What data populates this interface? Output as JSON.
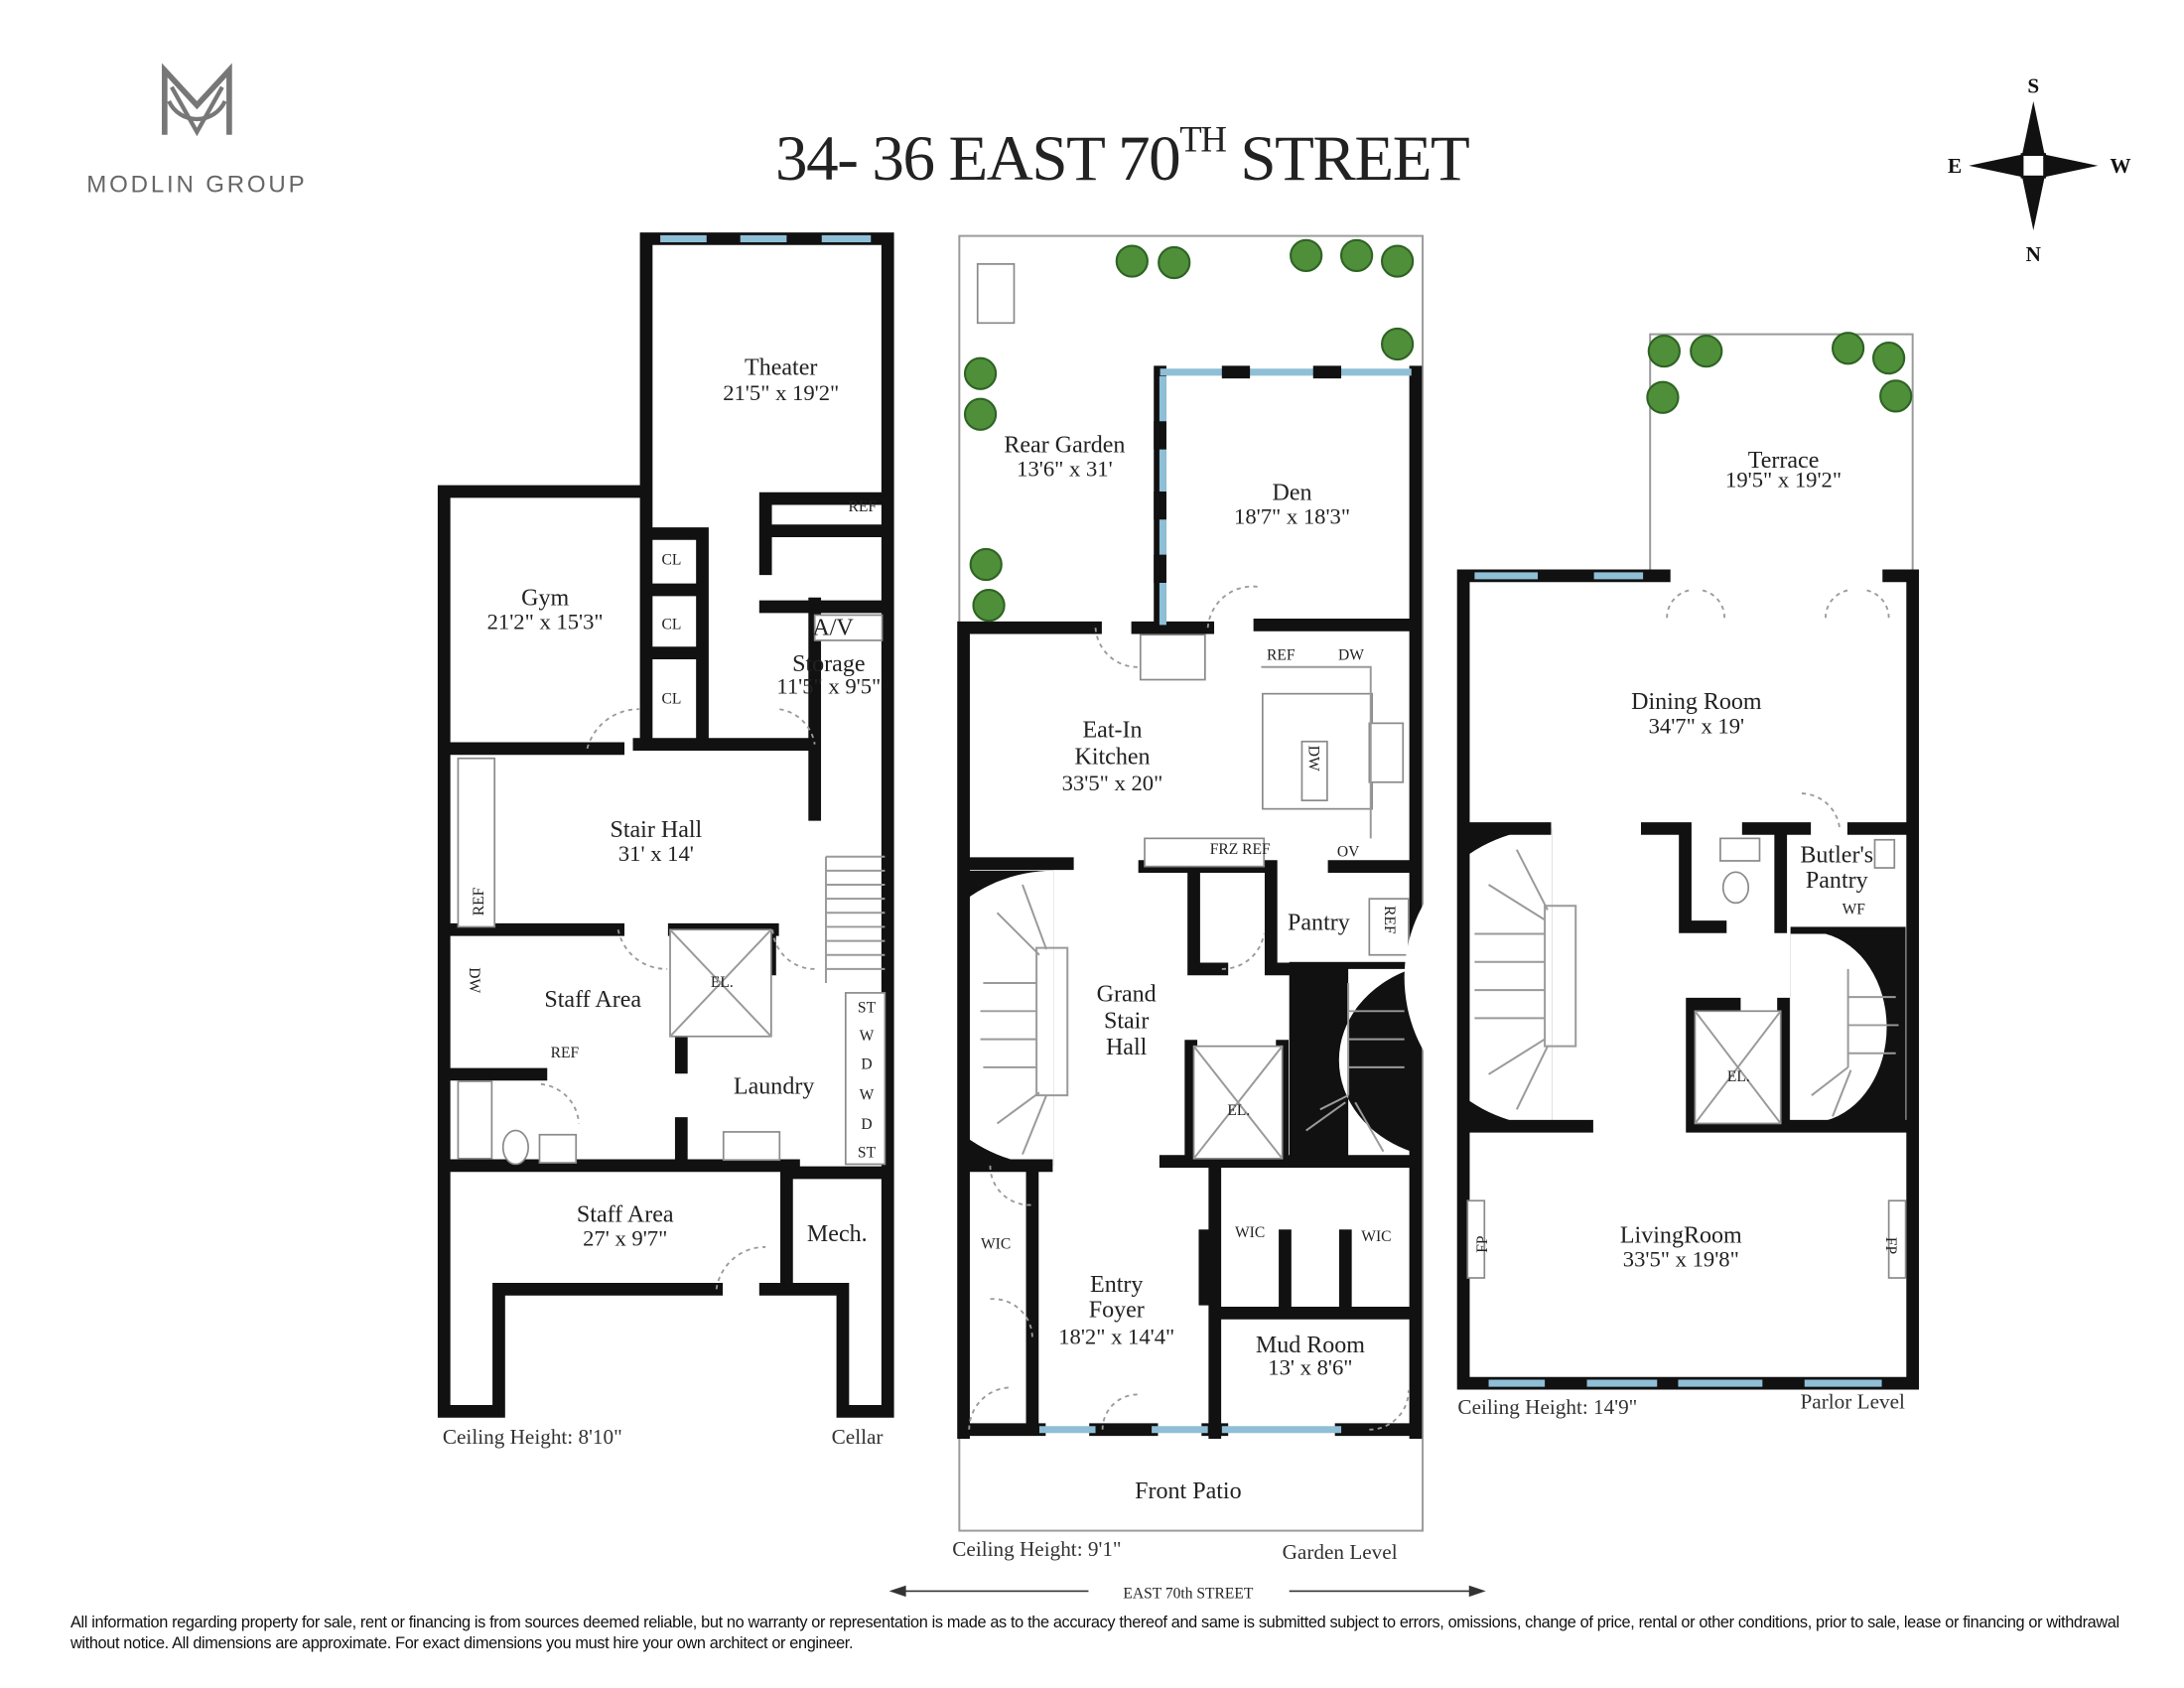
{
  "brand": {
    "name": "MODLIN GROUP"
  },
  "title": {
    "main": "34- 36 EAST 70",
    "sup": "TH",
    "tail": " STREET"
  },
  "compass": {
    "n": "N",
    "s": "S",
    "e": "E",
    "w": "W"
  },
  "colors": {
    "walls": "#111111",
    "windows": "#8fbfd6",
    "trees": "#4f8f3a"
  },
  "cellar": {
    "level": "Cellar",
    "ceiling": "Ceiling Height: 8'10\"",
    "rooms": {
      "theater": {
        "name": "Theater",
        "dims": "21'5\" x 19'2\""
      },
      "gym": {
        "name": "Gym",
        "dims": "21'2\" x 15'3\""
      },
      "storage": {
        "name": "Storage",
        "dims": "11'5\" x 9'5\""
      },
      "stair_hall": {
        "name": "Stair Hall",
        "dims": "31' x 14'"
      },
      "staff_area": {
        "name": "Staff Area"
      },
      "laundry": {
        "name": "Laundry"
      },
      "staff_area_2": {
        "name": "Staff Area",
        "dims": "27' x 9'7\""
      },
      "mech": {
        "name": "Mech."
      }
    },
    "fixtures": {
      "ref_bath": "REF",
      "cl1": "CL",
      "cl2": "CL",
      "cl3": "CL",
      "av": "A/V",
      "ref_hall": "REF",
      "dw": "DW",
      "ref_staff": "REF",
      "el": "EL.",
      "laundry_stack": [
        "ST",
        "W",
        "D",
        "W",
        "D",
        "ST"
      ]
    }
  },
  "garden": {
    "level": "Garden Level",
    "ceiling": "Ceiling Height: 9'1\"",
    "rooms": {
      "rear_garden": {
        "name": "Rear Garden",
        "dims": "13'6\" x 31'"
      },
      "den": {
        "name": "Den",
        "dims": "18'7\" x 18'3\""
      },
      "kitchen": {
        "name1": "Eat-In",
        "name2": "Kitchen",
        "dims": "33'5\" x 20\""
      },
      "pantry": {
        "name": "Pantry"
      },
      "grand_stair": {
        "name1": "Grand",
        "name2": "Stair",
        "name3": "Hall"
      },
      "entry": {
        "name1": "Entry",
        "name2": "Foyer",
        "dims": "18'2\" x 14'4\""
      },
      "mud_room": {
        "name": "Mud Room",
        "dims": "13' x 8'6\""
      },
      "front_patio": {
        "name": "Front Patio"
      }
    },
    "fixtures": {
      "ref_top": "REF",
      "dw_top": "DW",
      "dw_island": "DW",
      "frz_ref": "FRZ REF",
      "ov": "OV",
      "ref_pantry": "REF",
      "el": "EL.",
      "wic1": "WIC",
      "wic2": "WIC",
      "wic3": "WIC"
    }
  },
  "parlor": {
    "level": "Parlor Level",
    "ceiling": "Ceiling Height: 14'9\"",
    "rooms": {
      "terrace": {
        "name": "Terrace",
        "dims": "19'5\" x 19'2\""
      },
      "dining": {
        "name": "Dining Room",
        "dims": "34'7\" x 19'"
      },
      "butlers": {
        "name1": "Butler's",
        "name2": "Pantry"
      },
      "living": {
        "name": "LivingRoom",
        "dims": "33'5\" x 19'8\""
      }
    },
    "fixtures": {
      "wf": "WF",
      "el": "EL.",
      "fp1": "FP",
      "fp2": "FP"
    }
  },
  "street": "EAST 70th STREET",
  "disclaimer": "All information regarding property for sale, rent or financing is from sources deemed reliable, but no warranty or representation is made as to the accuracy thereof and same is submitted subject to errors, omissions, change of price, rental or other conditions, prior to sale, lease or financing or withdrawal without notice. All dimensions are approximate. For exact dimensions you must hire your own architect or engineer."
}
